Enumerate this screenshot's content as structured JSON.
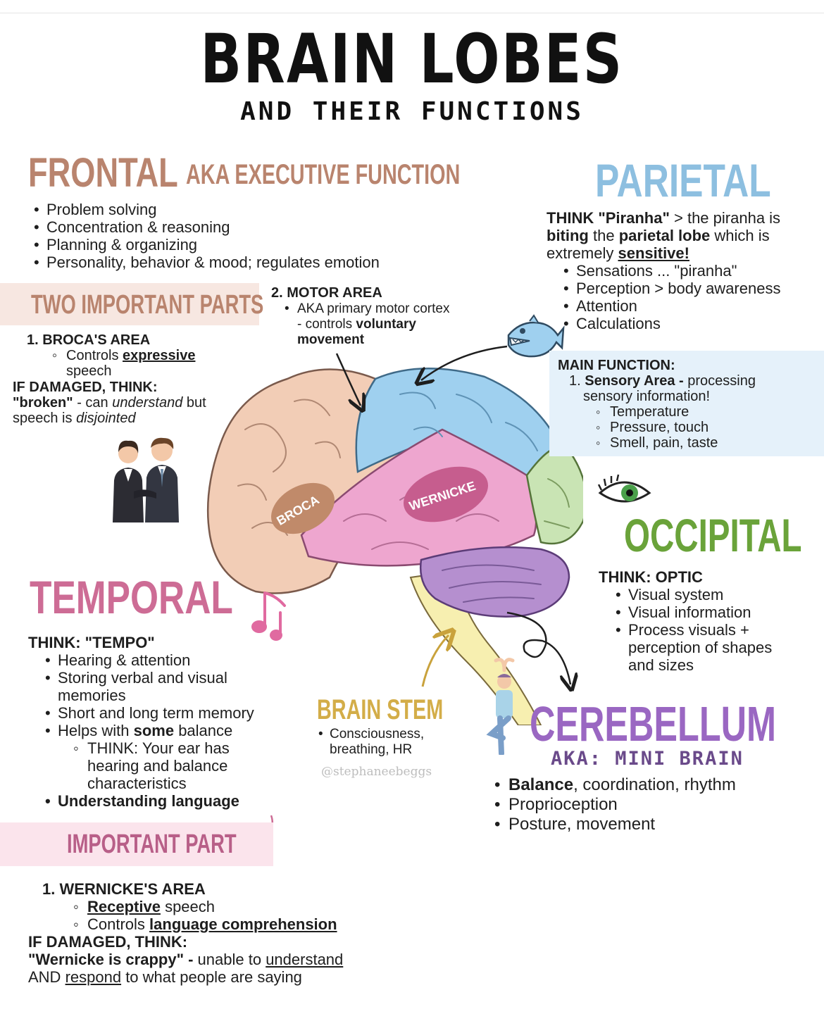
{
  "title": "BRAIN LOBES",
  "subtitle": "AND THEIR FUNCTIONS",
  "frontal": {
    "heading": "FRONTAL",
    "aka": "AKA EXECUTIVE FUNCTION",
    "items": [
      "Problem solving",
      "Concentration & reasoning",
      "Planning & organizing",
      "Personality, behavior & mood; regulates emotion"
    ],
    "parts_heading": "TWO IMPORTANT PARTS",
    "broca_title": "1. BROCA'S AREA",
    "broca_sub_pre": "Controls ",
    "broca_sub_bold": "expressive",
    "broca_sub_post": "speech",
    "broca_dmg_head": "IF DAMAGED, THINK:",
    "broca_dmg_quote": "\"broken\"",
    "broca_dmg_text1": " - can ",
    "broca_dmg_em1": "understand",
    "broca_dmg_text2": " but",
    "broca_dmg_text3": "speech is ",
    "broca_dmg_em2": "disjointed",
    "motor_title": "2. MOTOR AREA",
    "motor_line1": "AKA primary motor cortex",
    "motor_line2_pre": "- controls ",
    "motor_line2_bold": "voluntary",
    "motor_line3": "movement"
  },
  "parietal": {
    "heading": "PARIETAL",
    "think_bold": "THINK \"Piranha\"",
    "think_text1": " > the piranha is",
    "think_bold2": "biting",
    "think_text2": " the ",
    "think_bold3": "parietal lobe",
    "think_text3": " which is",
    "think_text4": "extremely ",
    "think_bold4": "sensitive!",
    "items": [
      "Sensations ... \"piranha\"",
      "Perception > body awareness",
      "Attention",
      "Calculations"
    ],
    "main_fn": "MAIN FUNCTION:",
    "sensory_num": "1.",
    "sensory_bold": "Sensory Area -",
    "sensory_text": " processing",
    "sensory_text2": "sensory information!",
    "sensory_items": [
      "Temperature",
      "Pressure, touch",
      "Smell, pain, taste"
    ]
  },
  "occipital": {
    "heading": "OCCIPITAL",
    "think": "THINK: OPTIC",
    "items": [
      "Visual system",
      "Visual information",
      "Process visuals +",
      "perception of shapes",
      "and sizes"
    ]
  },
  "temporal": {
    "heading": "TEMPORAL",
    "think": "THINK: \"TEMPO\"",
    "item1": "Hearing & attention",
    "item2a": "Storing verbal and visual",
    "item2b": "memories",
    "item3": "Short and long term memory",
    "item4_pre": "Helps with ",
    "item4_bold": "some",
    "item4_post": " balance",
    "sub1": "THINK: Your ear has",
    "sub2": "hearing and balance",
    "sub3": "characteristics",
    "item5": "Understanding language",
    "part_heading": "IMPORTANT PART",
    "wern_title": "1. WERNICKE'S AREA",
    "wern_sub1_bold": "Receptive",
    "wern_sub1_post": " speech",
    "wern_sub2_pre": "Controls ",
    "wern_sub2_bold": "language comprehension",
    "dmg_head": "IF DAMAGED, THINK:",
    "dmg_quote": "\"Wernicke is crappy\" -",
    "dmg_text1": " unable to ",
    "dmg_u1": "understand",
    "dmg_text2": "AND ",
    "dmg_u2": "respond",
    "dmg_text3": " to what people are saying"
  },
  "brainstem": {
    "heading": "BRAIN STEM",
    "item_line1": "Consciousness,",
    "item_line2": "breathing, HR"
  },
  "cerebellum": {
    "heading": "CEREBELLUM",
    "aka": "AKA: MINI BRAIN",
    "item1_bold": "Balance",
    "item1_post": ", coordination, rhythm",
    "item2": "Proprioception",
    "item3": "Posture, movement"
  },
  "brain_labels": {
    "broca": "BROCA",
    "wernicke": "WERNICKE"
  },
  "watermark": "@stephaneebeggs",
  "colors": {
    "frontal": "#f2cdb6",
    "parietal": "#9fd0ef",
    "temporal": "#eea6cf",
    "occipital": "#c9e4b4",
    "cerebellum": "#b58fcf",
    "brainstem": "#f7efb0"
  }
}
